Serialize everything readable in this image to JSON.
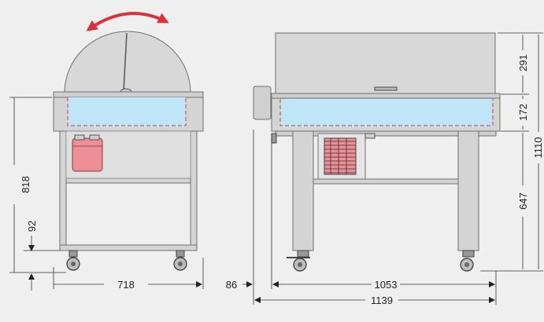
{
  "dimensions": {
    "front": {
      "total_height": "818",
      "wheel_height": "92",
      "width": "718"
    },
    "side": {
      "handle_offset": "86",
      "body_width": "1053",
      "total_width": "1139",
      "dome_height": "291",
      "tank_height": "172",
      "frame_height": "647",
      "total_height": "1110"
    }
  },
  "colors": {
    "background": "#efefef",
    "steel": "#d4d4d4",
    "steel_dark": "#7a7a7a",
    "tank_fill": "#bfe6f7",
    "dash": "#d9534f",
    "rotation_arrow": "#d9303a",
    "compressor": "#ee8f95"
  },
  "icons": {
    "rotation": "rotation-arrow-icon",
    "caster": "caster-wheel-icon"
  }
}
